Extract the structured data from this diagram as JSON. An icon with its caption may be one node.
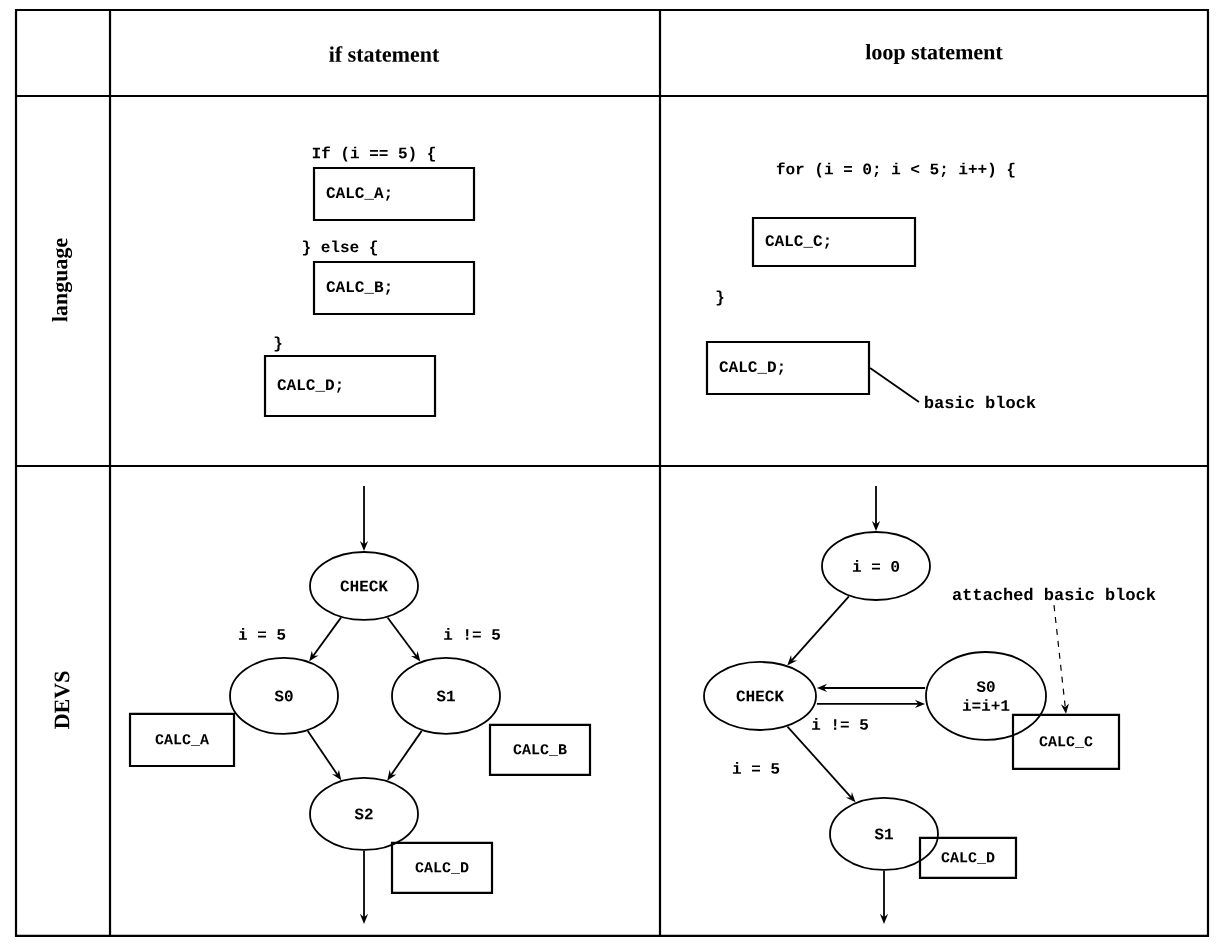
{
  "diagram": {
    "nodes": [
      {
        "text": [
          "CALC_A;"
        ]
      },
      {
        "text": [
          "CALC_B;"
        ]
      },
      {
        "text": [
          "CALC_D;"
        ]
      },
      {
        "text": [
          "CALC_C;"
        ]
      },
      {
        "text": [
          "CALC_D;"
        ]
      },
      {
        "text": [
          "basic block"
        ]
      },
      {
        "text": [
          "CHECK"
        ]
      },
      {
        "text": [
          "S0"
        ]
      },
      {
        "text": [
          "S1"
        ]
      },
      {
        "text": [
          "S2"
        ]
      },
      {
        "text": [
          "CALC_A"
        ]
      },
      {
        "text": [
          "CALC_B"
        ]
      },
      {
        "text": [
          "CALC_D"
        ]
      },
      {
        "text": [
          "i = 0"
        ]
      },
      {
        "text": [
          "CHECK"
        ]
      },
      {
        "text": [
          "S0",
          "i=i+1"
        ]
      },
      {
        "text": [
          "CALC_C"
        ]
      },
      {
        "text": [
          "S1"
        ]
      },
      {
        "text": [
          "CALC_D"
        ]
      },
      {
        "text": [
          "attached basic block"
        ]
      }
    ],
    "edges": [
      {
        "from": 5,
        "to": 4,
        "arrow": "none"
      },
      {
        "from": null,
        "to": 6,
        "arrow": "to"
      },
      {
        "from": 6,
        "to": 7,
        "arrow": "to",
        "label": "i = 5"
      },
      {
        "from": 6,
        "to": 8,
        "arrow": "to",
        "label": "i != 5"
      },
      {
        "from": 7,
        "to": 9,
        "arrow": "to"
      },
      {
        "from": 8,
        "to": 9,
        "arrow": "to"
      },
      {
        "from": 9,
        "to": null,
        "arrow": "to"
      },
      {
        "from": null,
        "to": 13,
        "arrow": "to"
      },
      {
        "from": 13,
        "to": 14,
        "arrow": "to"
      },
      {
        "from": 15,
        "to": 14,
        "arrow": "to"
      },
      {
        "from": 14,
        "to": 15,
        "arrow": "to",
        "label": "i != 5"
      },
      {
        "from": 14,
        "to": 17,
        "arrow": "to",
        "label": "i = 5"
      },
      {
        "from": 17,
        "to": null,
        "arrow": "to"
      },
      {
        "from": 19,
        "to": 16,
        "arrow": "to",
        "style": "dashed"
      }
    ],
    "labels": [
      "if statement",
      "loop statement",
      "language",
      "If (i == 5) {",
      "} else {",
      "}",
      "for (i = 0; i < 5; i++) {",
      "}",
      "DEVS"
    ]
  }
}
